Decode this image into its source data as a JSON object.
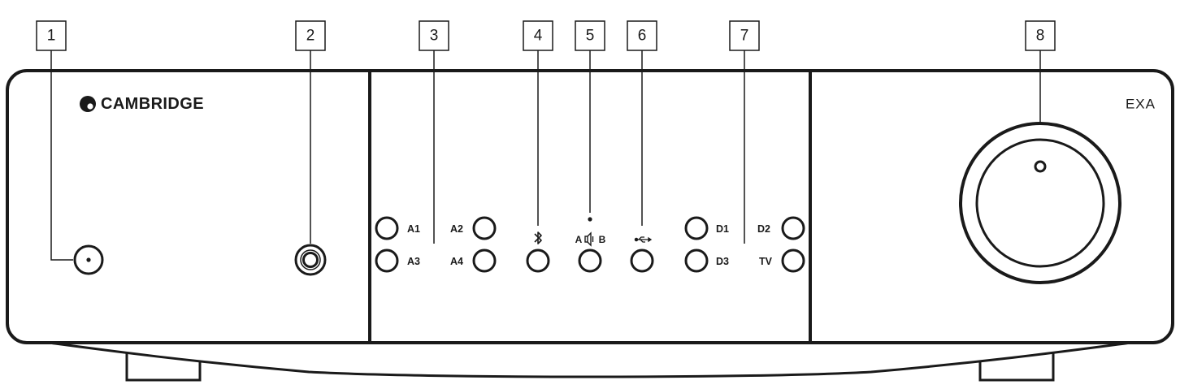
{
  "brand": {
    "name": "CAMBRIDGE",
    "model": "EXA"
  },
  "callouts": [
    {
      "number": "1",
      "target": "power button"
    },
    {
      "number": "2",
      "target": "headphone jack"
    },
    {
      "number": "3",
      "target": "analogue input buttons"
    },
    {
      "number": "4",
      "target": "bluetooth button"
    },
    {
      "number": "5",
      "target": "speaker A/B button"
    },
    {
      "number": "6",
      "target": "usb button"
    },
    {
      "number": "7",
      "target": "digital input buttons"
    },
    {
      "number": "8",
      "target": "volume knob"
    }
  ],
  "inputs": {
    "a1": "A1",
    "a2": "A2",
    "a3": "A3",
    "a4": "A4",
    "d1": "D1",
    "d2": "D2",
    "d3": "D3",
    "tv": "TV"
  },
  "speaker_select": {
    "a": "A",
    "b": "B"
  },
  "icons": [
    "bluetooth-icon",
    "speaker-icon",
    "usb-icon",
    "cambridge-logo-icon"
  ]
}
